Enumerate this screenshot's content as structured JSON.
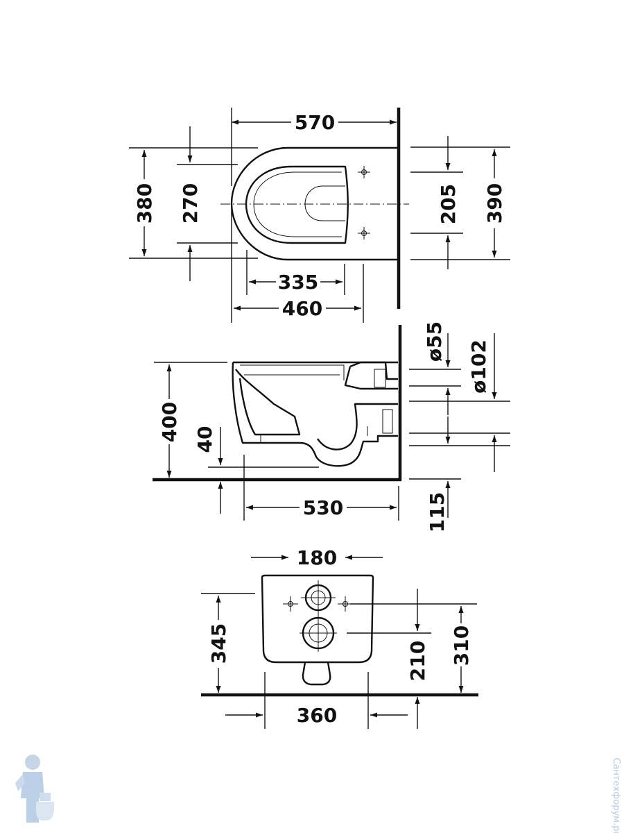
{
  "top_view": {
    "overall_length": "570",
    "height_outer": "380",
    "height_inner": "270",
    "fix_spacing": "205",
    "width_right": "390",
    "depth_inner": "335",
    "depth_outer": "460"
  },
  "side_view": {
    "height": "400",
    "floor_offset": "40",
    "length": "530",
    "outlet_dia": "ø55",
    "inlet_dia": "ø102",
    "outlet_height": "115"
  },
  "rear_view": {
    "bolt_spacing": "180",
    "height_left": "345",
    "outlet_height": "210",
    "height_right": "310",
    "width": "360"
  },
  "watermark": {
    "site_text": "Сантехфорум.рф",
    "mascot_icon": "plumber-mascot-icon"
  }
}
